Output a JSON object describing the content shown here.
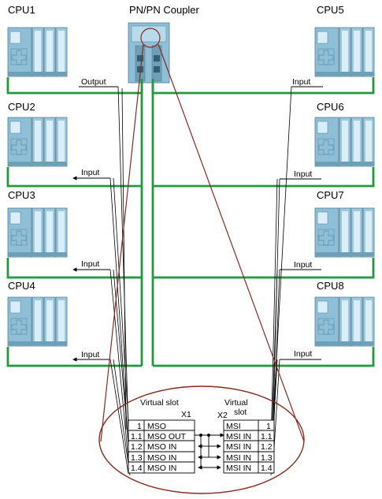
{
  "title": "PN/PN Coupler",
  "cpus_left": [
    {
      "name": "CPU1",
      "signal": "Output"
    },
    {
      "name": "CPU2",
      "signal": "Input"
    },
    {
      "name": "CPU3",
      "signal": "Input"
    },
    {
      "name": "CPU4",
      "signal": "Input"
    }
  ],
  "cpus_right": [
    {
      "name": "CPU5",
      "signal": "Input"
    },
    {
      "name": "CPU6",
      "signal": "Input"
    },
    {
      "name": "CPU7",
      "signal": "Input"
    },
    {
      "name": "CPU8",
      "signal": "Input"
    }
  ],
  "detail": {
    "left_caption": "Virtual slot",
    "left_port": "X1",
    "right_caption_line1": "Virtual",
    "right_caption_line2": "slot",
    "right_port": "X2",
    "left_rows": [
      {
        "slot": "1",
        "label": "MSO"
      },
      {
        "slot": "1.1",
        "label": "MSO OUT"
      },
      {
        "slot": "1.2",
        "label": "MSO IN"
      },
      {
        "slot": "1.3",
        "label": "MSO IN"
      },
      {
        "slot": "1.4",
        "label": "MSO IN"
      }
    ],
    "right_rows": [
      {
        "label": "MSI",
        "slot": "1"
      },
      {
        "label": "MSI IN",
        "slot": "1.1"
      },
      {
        "label": "MSI IN",
        "slot": "1.2"
      },
      {
        "label": "MSI IN",
        "slot": "1.3"
      },
      {
        "label": "MSI IN",
        "slot": "1.4"
      }
    ]
  },
  "colors": {
    "network_line": "#1f9a3c",
    "detail_ellipse": "#8b2a1f",
    "device_body": "#7fb3cc",
    "device_accent": "#cfe6f1"
  }
}
